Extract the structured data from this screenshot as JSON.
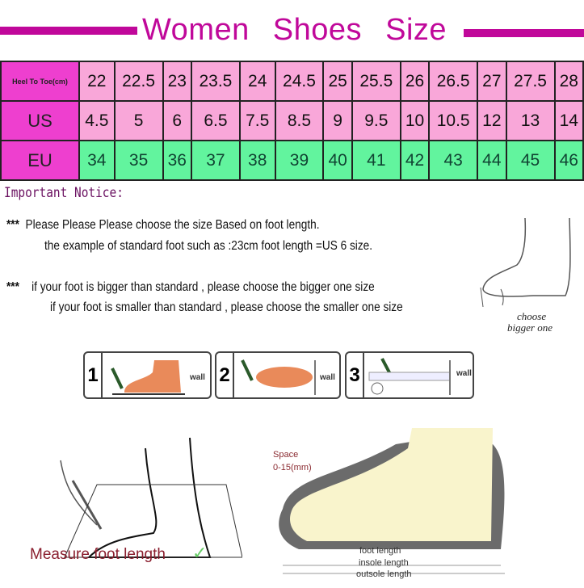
{
  "title": "Women Shoes Size",
  "colors": {
    "accent": "#c0089a",
    "header_cell": "#ee3fcf",
    "pink_cell": "#f9a7d9",
    "green_cell": "#62f49e"
  },
  "table": {
    "rows": [
      {
        "label": "Heel To Toe(cm)",
        "values": [
          "22",
          "22.5",
          "23",
          "23.5",
          "24",
          "24.5",
          "25",
          "25.5",
          "26",
          "26.5",
          "27",
          "27.5",
          "28"
        ]
      },
      {
        "label": "US",
        "values": [
          "4.5",
          "5",
          "6",
          "6.5",
          "7.5",
          "8.5",
          "9",
          "9.5",
          "10",
          "10.5",
          "12",
          "13",
          "14"
        ]
      },
      {
        "label": "EU",
        "values": [
          "34",
          "35",
          "36",
          "37",
          "38",
          "39",
          "40",
          "41",
          "42",
          "43",
          "44",
          "45",
          "46"
        ]
      }
    ]
  },
  "notice": {
    "title": "Important Notice:",
    "stars": "***",
    "line1": "Please Please Please choose the size Based on foot length.",
    "line2": "the example of standard foot such as :23cm foot length =US 6 size.",
    "line3": "if your foot is bigger than standard , please choose the bigger one size",
    "line4": "if your foot is smaller than standard , please choose the smaller one size",
    "annotation1": "choose",
    "annotation2": "bigger one"
  },
  "steps": [
    {
      "num": "1",
      "wall": "wall"
    },
    {
      "num": "2",
      "wall": "wall"
    },
    {
      "num": "3",
      "wall": "wall"
    }
  ],
  "measure_label": "Measure foot length",
  "shoe_diagram": {
    "space_label": "Space",
    "space_range": "0-15(mm)",
    "foot_length": "foot length",
    "insole_length": "insole length",
    "outsole_length": "outsole length"
  }
}
